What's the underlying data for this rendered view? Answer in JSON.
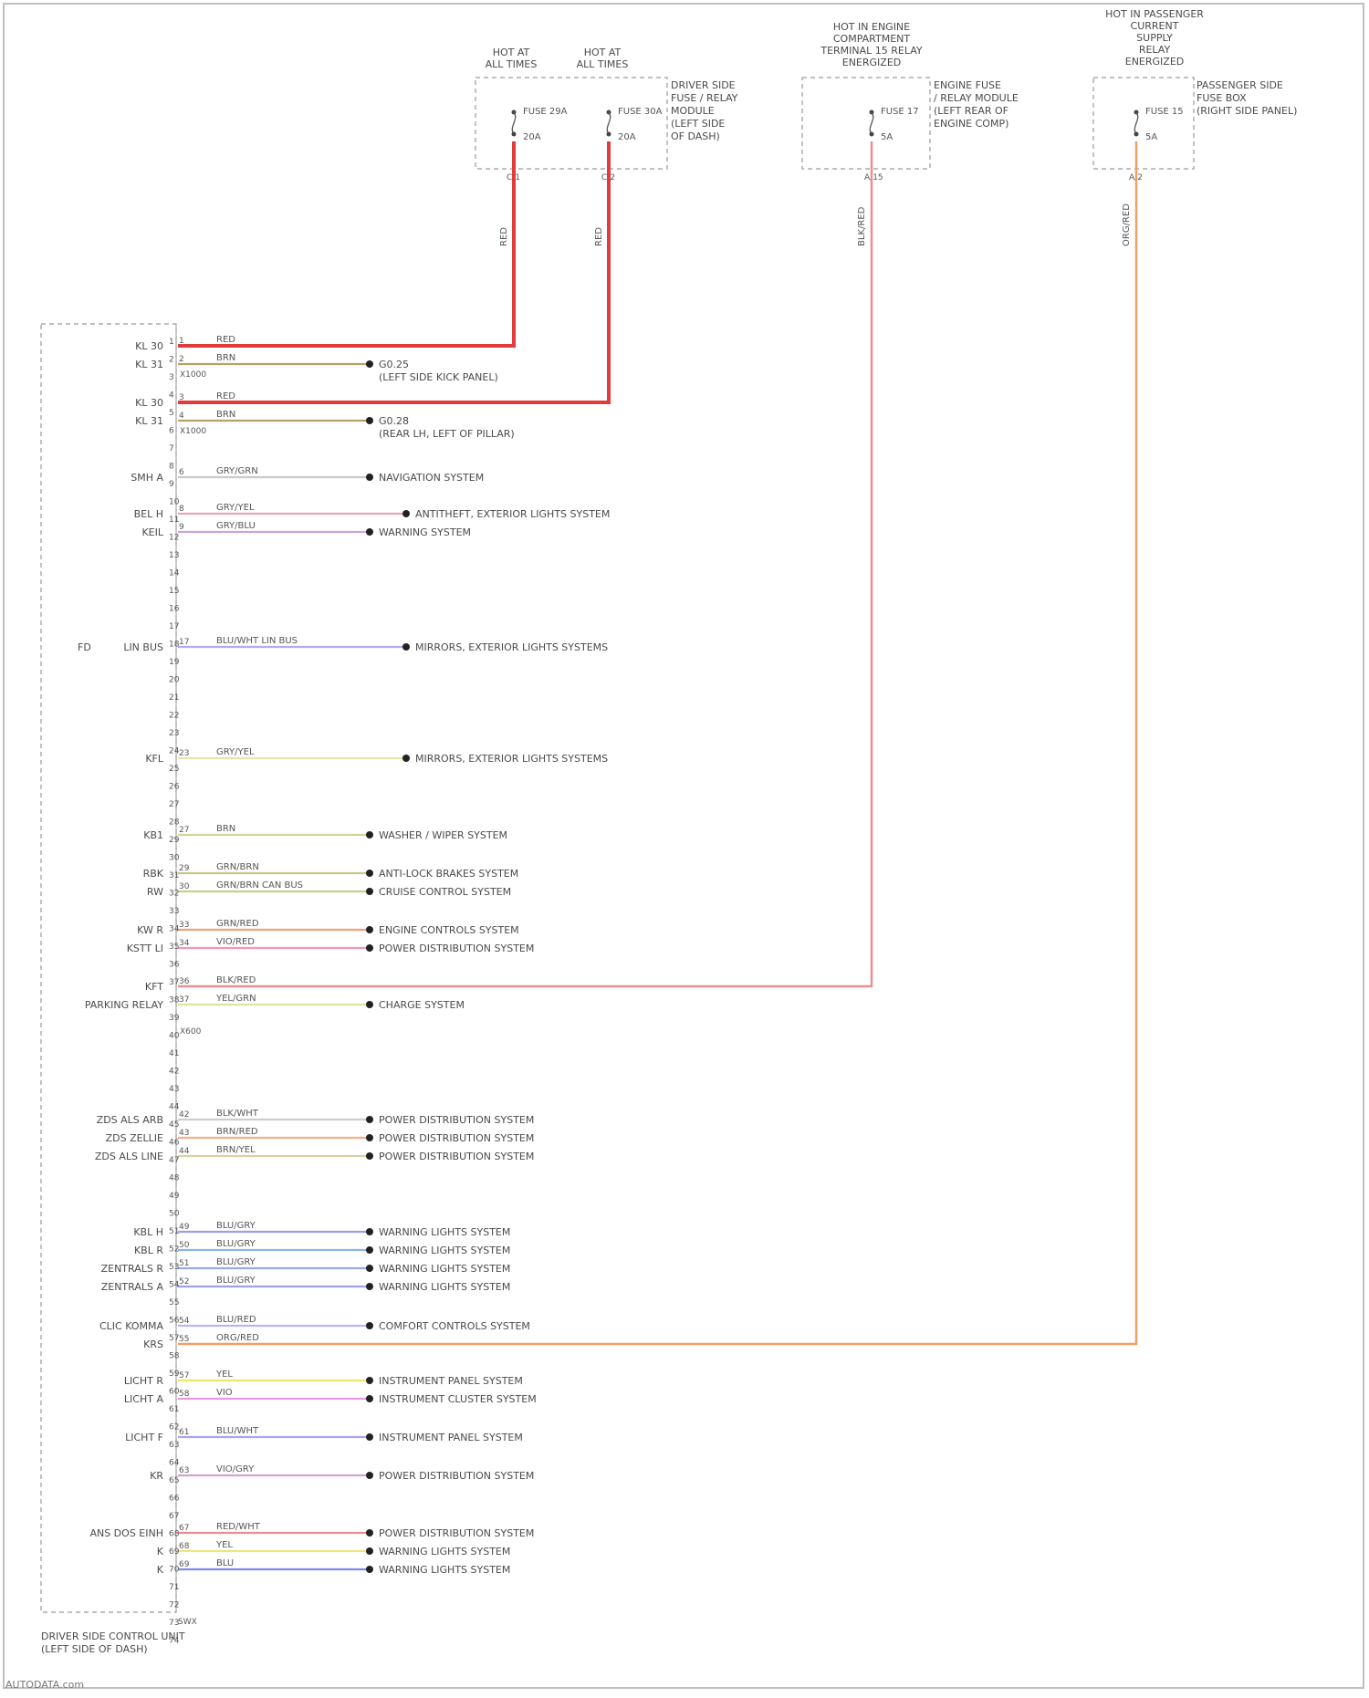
{
  "footer": {
    "watermark": "AUTODATA.com"
  },
  "fuses": [
    {
      "id": "fuse-29",
      "header": [
        "HOT AT",
        "ALL TIMES"
      ],
      "fuse": "FUSE 29A",
      "amps": "20A",
      "pin": "C/1"
    },
    {
      "id": "fuse-30",
      "header": [
        "HOT AT",
        "ALL TIMES"
      ],
      "fuse": "FUSE 30A",
      "amps": "20A",
      "pin": "C/2"
    },
    {
      "id": "fuse-17",
      "header": [
        "HOT IN ENGINE",
        "COMPARTMENT",
        "TERMINAL 15 RELAY",
        "ENERGIZED"
      ],
      "fuse": "FUSE 17",
      "amps": "5A",
      "pin": "A/15"
    },
    {
      "id": "fuse-15",
      "header": [
        "HOT IN PASSENGER",
        "CURRENT",
        "SUPPLY",
        "RELAY",
        "ENERGIZED"
      ],
      "fuse": "FUSE 15",
      "amps": "5A",
      "pin": "A/2"
    }
  ],
  "boxes": {
    "driver_fuse_relay": [
      "DRIVER SIDE",
      "FUSE / RELAY",
      "MODULE",
      "(LEFT SIDE",
      "OF DASH)"
    ],
    "engine_fuse_relay": [
      "ENGINE FUSE",
      "/ RELAY MODULE",
      "(LEFT REAR OF",
      "ENGINE COMP)"
    ],
    "passenger_fuse_box": [
      "PASSENGER SIDE",
      "FUSE BOX",
      "(RIGHT SIDE PANEL)"
    ],
    "module": [
      "DRIVER SIDE CONTROL UNIT",
      "(LEFT SIDE OF DASH)"
    ]
  },
  "vertical_wires": [
    {
      "label": "RED",
      "color": "#e33b3b"
    },
    {
      "label": "RED",
      "color": "#e33b3b"
    },
    {
      "label": "BLK/RED",
      "color": "#d98080"
    },
    {
      "label": "ORG/RED",
      "color": "#f0a060"
    }
  ],
  "connector": {
    "bottom": "X600",
    "end": "SWX"
  },
  "pins": [
    {
      "pin": "1",
      "label": "KL 30",
      "wire": "RED",
      "color": "#e33b3b",
      "dest": "",
      "to": "fuse-29"
    },
    {
      "pin": "2",
      "label": "KL 31",
      "wire": "BRN",
      "color": "#b6a06a",
      "dest": "G0.25",
      "dest2": "(LEFT SIDE KICK PANEL)",
      "pin_label": "X1000"
    },
    {
      "pin": "3",
      "label": "KL 30",
      "wire": "RED",
      "color": "#e33b3b",
      "dest": "",
      "to": "fuse-30"
    },
    {
      "pin": "4",
      "label": "KL 31",
      "wire": "BRN",
      "color": "#b6a06a",
      "dest": "G0.28",
      "dest2": "(REAR LH, LEFT OF PILLAR)",
      "pin_label": "X1000"
    },
    {
      "pin": "6",
      "label": "SMH A",
      "wire": "GRY/GRN",
      "color": "#c9c9c9",
      "dest": "NAVIGATION SYSTEM"
    },
    {
      "pin": "8",
      "label": "BEL H",
      "wire": "GRY/YEL",
      "color": "#e8a5b5",
      "dest": "ANTITHEFT, EXTERIOR LIGHTS SYSTEM"
    },
    {
      "pin": "9",
      "label": "KEIL",
      "wire": "GRY/BLU",
      "color": "#c8a4e0",
      "dest": "WARNING SYSTEM"
    },
    {
      "pin": "17",
      "label": "LIN BUS",
      "prefix": "FD",
      "wire": "BLU/WHT  LIN BUS",
      "color": "#b7a9ec",
      "dest": "MIRRORS, EXTERIOR LIGHTS SYSTEMS"
    },
    {
      "pin": "23",
      "label": "KFL",
      "wire": "GRY/YEL",
      "color": "#ece2b0",
      "dest": "MIRRORS, EXTERIOR LIGHTS SYSTEMS"
    },
    {
      "pin": "27",
      "label": "KB1",
      "wire": "BRN",
      "color": "#d6cf9a",
      "dest": "WASHER / WIPER SYSTEM"
    },
    {
      "pin": "29",
      "label": "RBK",
      "wire": "GRN/BRN",
      "color": "#c8c88a",
      "dest": "ANTI-LOCK BRAKES SYSTEM"
    },
    {
      "pin": "30",
      "label": "RW",
      "wire": "GRN/BRN   CAN BUS",
      "color": "#c6cf8c",
      "dest": "CRUISE CONTROL SYSTEM"
    },
    {
      "pin": "33",
      "label": "KW R",
      "wire": "GRN/RED",
      "color": "#f0a078",
      "dest": "ENGINE CONTROLS SYSTEM"
    },
    {
      "pin": "34",
      "label": "KSTT LI",
      "wire": "VIO/RED",
      "color": "#f299b2",
      "dest": "POWER DISTRIBUTION SYSTEM"
    },
    {
      "pin": "36",
      "label": "KFT",
      "wire": "BLK/RED",
      "color": "#e99090",
      "dest": "",
      "to": "fuse-17"
    },
    {
      "pin": "37",
      "label": "PARKING RELAY",
      "wire": "YEL/GRN",
      "color": "#dfe3a1",
      "dest": "CHARGE SYSTEM"
    },
    {
      "pin": "42",
      "label": "ZDS ALS ARB",
      "wire": "BLK/WHT",
      "color": "#cdcdcd",
      "dest": "POWER DISTRIBUTION SYSTEM"
    },
    {
      "pin": "43",
      "label": "ZDS ZELLIE",
      "wire": "BRN/RED",
      "color": "#f0b18a",
      "dest": "POWER DISTRIBUTION SYSTEM"
    },
    {
      "pin": "44",
      "label": "ZDS ALS LINE",
      "wire": "BRN/YEL",
      "color": "#d9d0a8",
      "dest": "POWER DISTRIBUTION SYSTEM"
    },
    {
      "pin": "49",
      "label": "KBL H",
      "wire": "BLU/GRY",
      "color": "#9d9ee8",
      "dest": "WARNING LIGHTS SYSTEM"
    },
    {
      "pin": "50",
      "label": "KBL R",
      "wire": "BLU/GRY",
      "color": "#8cb3ea",
      "dest": "WARNING LIGHTS SYSTEM"
    },
    {
      "pin": "51",
      "label": "ZENTRALS R",
      "wire": "BLU/GRY",
      "color": "#9ba8ea",
      "dest": "WARNING LIGHTS SYSTEM"
    },
    {
      "pin": "52",
      "label": "ZENTRALS A",
      "wire": "BLU/GRY",
      "color": "#a0a0e8",
      "dest": "WARNING LIGHTS SYSTEM"
    },
    {
      "pin": "54",
      "label": "CLIC KOMMA",
      "wire": "BLU/RED",
      "color": "#b9b6ee",
      "dest": "COMFORT CONTROLS SYSTEM"
    },
    {
      "pin": "55",
      "label": "KRS",
      "wire": "ORG/RED",
      "color": "#f0a060",
      "dest": "",
      "to": "fuse-15"
    },
    {
      "pin": "57",
      "label": "LICHT R",
      "wire": "YEL",
      "color": "#f1e466",
      "dest": "INSTRUMENT PANEL SYSTEM"
    },
    {
      "pin": "58",
      "label": "LICHT A",
      "wire": "VIO",
      "color": "#e59be0",
      "dest": "INSTRUMENT CLUSTER SYSTEM"
    },
    {
      "pin": "61",
      "label": "LICHT F",
      "wire": "BLU/WHT",
      "color": "#a9a4ec",
      "dest": "INSTRUMENT PANEL SYSTEM"
    },
    {
      "pin": "63",
      "label": "KR",
      "wire": "VIO/GRY",
      "color": "#d4a0cf",
      "dest": "POWER DISTRIBUTION SYSTEM"
    },
    {
      "pin": "67",
      "label": "ANS DOS EINH",
      "wire": "RED/WHT",
      "color": "#ee8c8c",
      "dest": "POWER DISTRIBUTION SYSTEM"
    },
    {
      "pin": "68",
      "label": "K",
      "wire": "YEL",
      "color": "#ede47b",
      "dest": "WARNING LIGHTS SYSTEM"
    },
    {
      "pin": "69",
      "label": "K",
      "wire": "BLU",
      "color": "#7f88ea",
      "dest": "WARNING LIGHTS SYSTEM"
    }
  ]
}
